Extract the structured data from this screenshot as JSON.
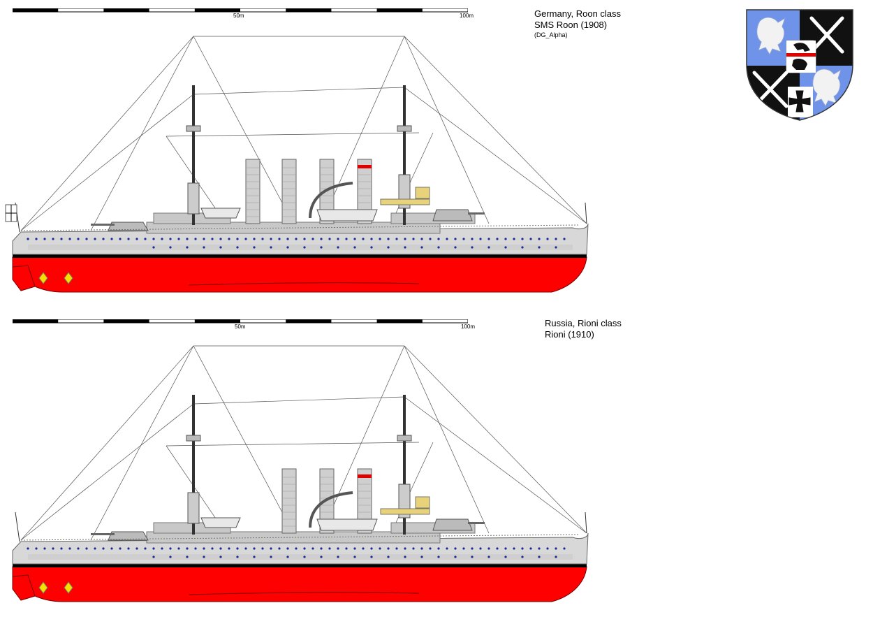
{
  "plates": [
    {
      "scale": {
        "mid_label": "50m",
        "end_label": "100m"
      },
      "caption": {
        "class_line": "Germany, Roon class",
        "name_line": "SMS Roon (1908)",
        "credit_line": "(DG_Alpha)"
      },
      "funnels": 4,
      "flag": "german-ensign",
      "crest": true
    },
    {
      "scale": {
        "mid_label": "50m",
        "end_label": "100m"
      },
      "caption": {
        "class_line": "Russia, Rioni class",
        "name_line": "Rioni (1910)",
        "credit_line": ""
      },
      "funnels": 3,
      "flag": "none",
      "crest": false
    }
  ],
  "colors": {
    "hull_upper": "#d8d8d8",
    "hull_lower": "#ff0000",
    "boot_topping": "#000000",
    "superstructure": "#c8c8c8",
    "funnel": "#cfcfcf",
    "brass": "#e8d27a",
    "porthole": "#1a2a9a",
    "crest_blue": "#6f93e8",
    "crest_black": "#111111"
  },
  "icons": {
    "scale_bar": "scale-bar-icon",
    "ship": "armoured-cruiser-icon",
    "crest": "coat-of-arms-icon"
  }
}
